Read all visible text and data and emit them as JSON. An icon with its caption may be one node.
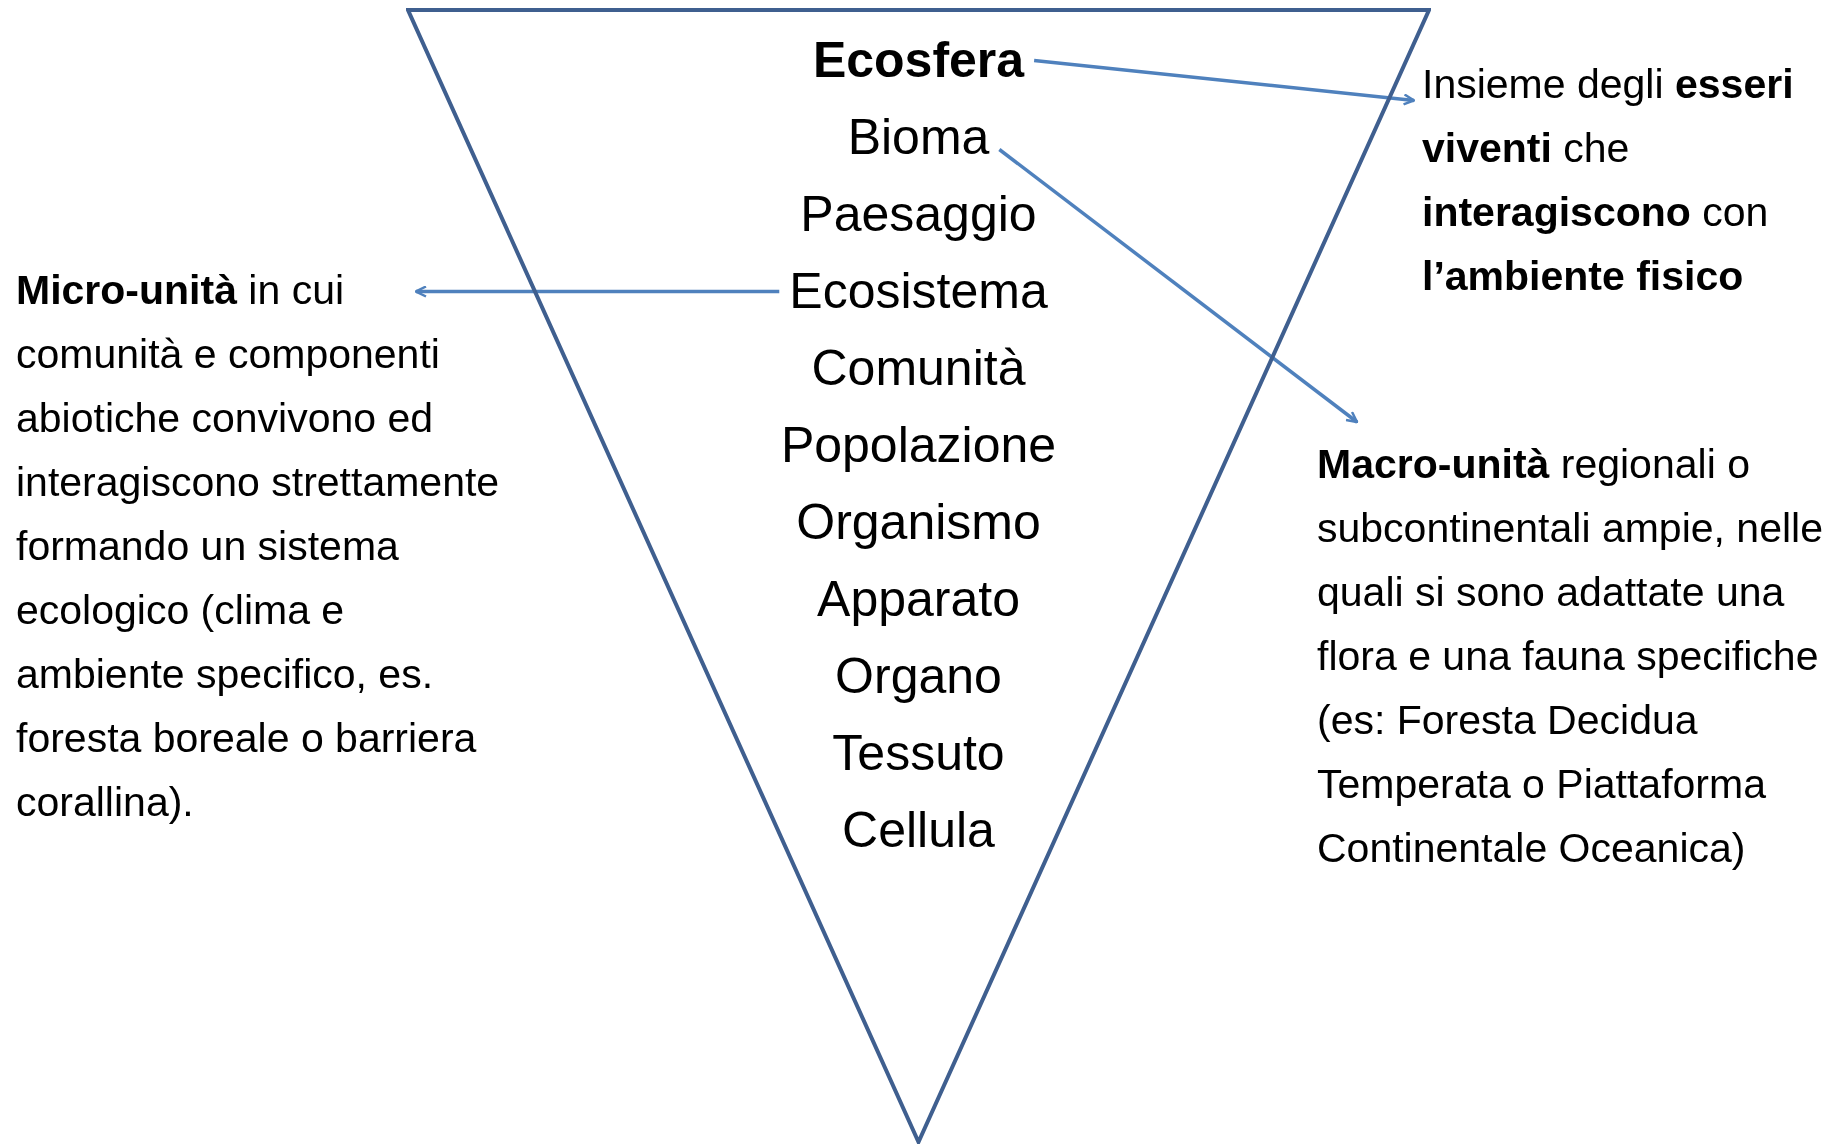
{
  "diagram": {
    "nodes": [
      {
        "text": [],
        "shape": "triangle"
      },
      {
        "text": [
          "Ecosfera"
        ],
        "in": 0
      },
      {
        "text": [
          "Bioma"
        ],
        "in": 0
      },
      {
        "text": [
          "Paesaggio"
        ],
        "in": 0
      },
      {
        "text": [
          "Ecosistema"
        ],
        "in": 0
      },
      {
        "text": [
          "Comunità"
        ],
        "in": 0
      },
      {
        "text": [
          "Popolazione"
        ],
        "in": 0
      },
      {
        "text": [
          "Organismo"
        ],
        "in": 0
      },
      {
        "text": [
          "Apparato"
        ],
        "in": 0
      },
      {
        "text": [
          "Organo"
        ],
        "in": 0
      },
      {
        "text": [
          "Tessuto"
        ],
        "in": 0
      },
      {
        "text": [
          "Cellula"
        ],
        "in": 0
      },
      {
        "text": [
          "Insieme degli **esseri viventi** che **interagiscono** con **l’ambiente fisico**"
        ]
      },
      {
        "text": [
          "**Macro-unità** regionali o subcontinentali ampie, nelle quali si sono adattate una flora e una fauna specifiche (es: Foresta Decidua Temperata o Piattaforma Continentale Oceanica)"
        ]
      },
      {
        "text": [
          "**Micro-unità** in cui comunità e componenti abiotiche convivono ed interagiscono strettamente formando un sistema ecologico (clima e ambiente specifico, es. foresta boreale o barriera corallina)."
        ]
      }
    ],
    "edges": [
      {
        "from": 1,
        "to": 12,
        "arrow": "to"
      },
      {
        "from": 2,
        "to": 13,
        "arrow": "to"
      },
      {
        "from": 4,
        "to": 14,
        "arrow": "to"
      }
    ]
  }
}
